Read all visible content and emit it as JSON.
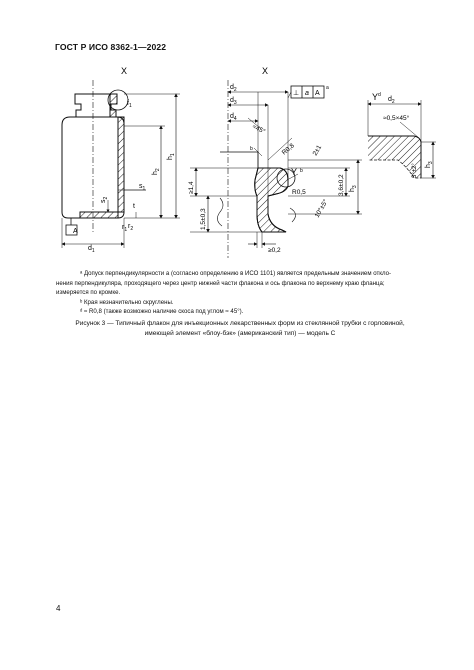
{
  "header": {
    "standard": "ГОСТ Р ИСО 8362-1—2022"
  },
  "figure": {
    "view_left_label": "X",
    "view_mid_label": "X",
    "view_right_label": "Y",
    "view_right_sup": "d",
    "zoom_label": "Y",
    "datum_label": "A",
    "labels_left": {
      "d1": "d",
      "d1_sub": "1",
      "h1": "h",
      "h1_sub": "1",
      "h2": "h",
      "h2_sub": "2",
      "s1": "s",
      "s1_sub": "1",
      "s2": "s",
      "s2_sub": "2",
      "t": "t",
      "r1": "r",
      "r1_sub": "1",
      "r2": "r",
      "r2_sub": "2",
      "f1": "f",
      "f1_sub": "1"
    },
    "labels_mid": {
      "d2": "d",
      "d2_sub": "2",
      "d3": "d",
      "d3_sub": "3",
      "d4": "d",
      "d4_sub": "4",
      "h3": "h",
      "h3_sub": "3",
      "perp_symbol": "⊥",
      "tol_a": "a",
      "tol_A": "A",
      "tol_sup": "a",
      "angle_45": "≈45°",
      "r08": "R0,8",
      "r05": "R0,5",
      "b_sup": "b",
      "b_sup2": "b",
      "dim_2pm1": "2±1",
      "dim_10pm5": "10°±5°",
      "dim_3_6": "3,6±0,2",
      "dim_ge14": "≥1,4",
      "dim_15": "1,5±0,3",
      "dim_ge02": "≥0,2"
    },
    "labels_right": {
      "d2": "d",
      "d2_sub": "2",
      "chamfer": "≈0,5×45°",
      "angle_3": "3°±2°",
      "h3": "h",
      "h3_sub": "3"
    }
  },
  "notes": [
    "ᵃ Допуск перпендикулярности a (согласно определению в ИСО 1101) является предельным значением откло-",
    "нения перпендикуляра, проходящего через центр нижней части флакона и ось флакона по верхнему краю фланца;",
    "измеряется по кромке.",
    "ᵇ Края незначительно скруглены.",
    "ᵈ ≈ R0,8 (также возможно наличие скоса под углом ≈ 45°)."
  ],
  "caption": {
    "line1": "Рисунок 3 — Типичный флакон для инъекционных лекарственных форм из стеклянной трубки с горловиной,",
    "line2": "имеющей элемент «блоу-бэк» (американский тип) — модель С"
  },
  "page_number": "4"
}
